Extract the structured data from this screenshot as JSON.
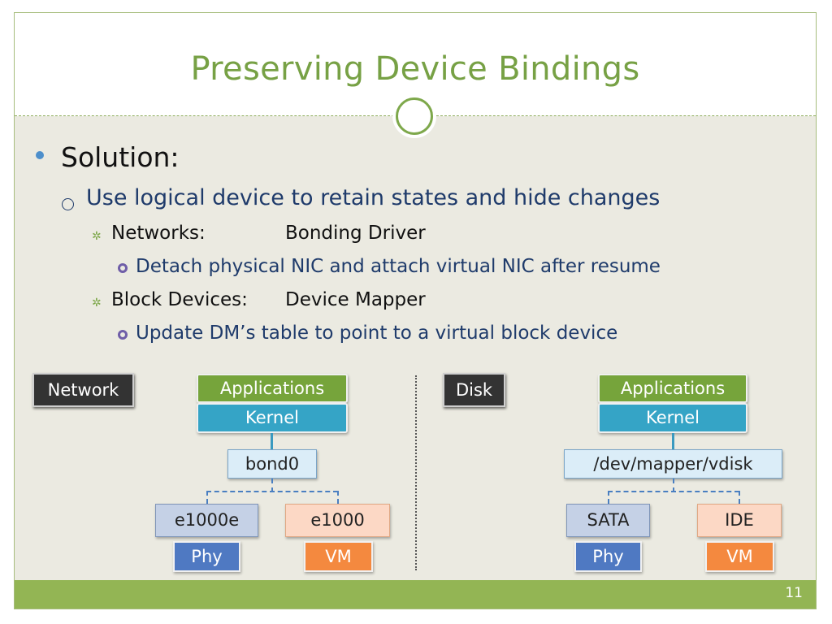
{
  "slide": {
    "title": "Preserving Device Bindings",
    "page_number": "11"
  },
  "bullets": {
    "level1": "Solution:",
    "level2": "Use logical device to retain states and hide changes",
    "networks_label": "Networks:",
    "networks_value": "Bonding Driver",
    "networks_detail": "Detach physical NIC and attach virtual NIC after resume",
    "block_label": "Block Devices:",
    "block_value": "Device Mapper",
    "block_detail": "Update DM’s table to point to a virtual block device"
  },
  "diagram": {
    "network": {
      "tag": "Network",
      "applications": "Applications",
      "kernel": "Kernel",
      "logical": "bond0",
      "left_device": "e1000e",
      "right_device": "e1000",
      "left_type": "Phy",
      "right_type": "VM"
    },
    "disk": {
      "tag": "Disk",
      "applications": "Applications",
      "kernel": "Kernel",
      "logical": "/dev/mapper/vdisk",
      "left_device": "SATA",
      "right_device": "IDE",
      "left_type": "Phy",
      "right_type": "VM"
    }
  },
  "colors": {
    "title": "#77a145",
    "accent_green": "#93b554",
    "applications": "#76a43b",
    "kernel": "#35a4c6",
    "phy": "#4f79c2",
    "vm": "#f4893f",
    "content_bg": "#ebeae1"
  }
}
